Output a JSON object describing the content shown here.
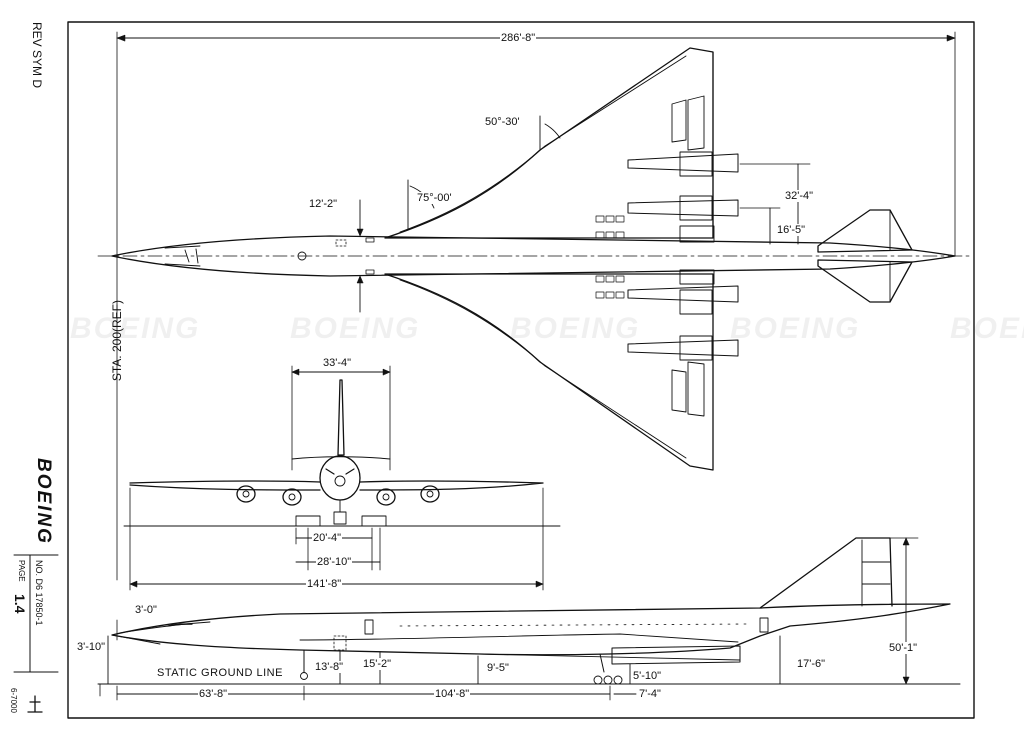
{
  "sheet": {
    "revision": "REV SYM D",
    "brand": "BOEING",
    "doc_number": "NO. D6 17850-1",
    "page_label": "PAGE",
    "page_number": "1.4",
    "form_number": "6-7000"
  },
  "watermark": {
    "text": "BOEING"
  },
  "station": {
    "label": "STA. 200(REF)"
  },
  "top_view": {
    "overall_length": "286'-8\"",
    "le_sweep_outer": "50°-30'",
    "le_sweep_inner": "75°-00'",
    "body_station": "12'-2\"",
    "nacelle_span_outer": "32'-4\"",
    "nacelle_span_inner": "16'-5\""
  },
  "front_view": {
    "tail_span": "33'-4\"",
    "gear_track_inner": "20'-4\"",
    "gear_track_outer": "28'-10\"",
    "wing_span": "141'-8\""
  },
  "side_view": {
    "nose_droop": "3'-0\"",
    "nose_height": "3'-10\"",
    "ground_line": "STATIC GROUND LINE",
    "nose_gear_height": "13'-8\"",
    "fuselage_height": "15'-2\"",
    "nacelle_height": "9'-5\"",
    "nacelle_clearance": "5'-10\"",
    "tail_height_aft": "17'-6\"",
    "overall_height": "50'-1\"",
    "nose_to_gear": "63'-8\"",
    "wheelbase": "104'-8\"",
    "bogie_length": "7'-4\""
  }
}
